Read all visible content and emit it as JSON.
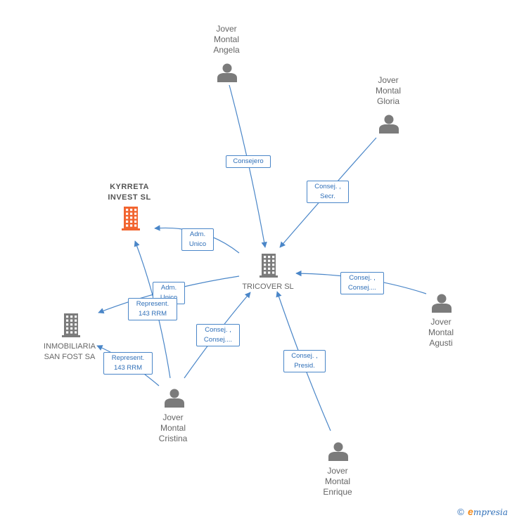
{
  "colors": {
    "edge": "#4a86c8",
    "icon": "#7b7b7b",
    "highlight": "#f26530"
  },
  "nodes": [
    {
      "id": "angela",
      "type": "person",
      "label": "Jover\nMontal\nAngela",
      "icon": "person-icon"
    },
    {
      "id": "gloria",
      "type": "person",
      "label": "Jover\nMontal\nGloria",
      "icon": "person-icon"
    },
    {
      "id": "kyrreta",
      "type": "company",
      "label": "KYRRETA\nINVEST SL",
      "icon": "building-icon",
      "highlight": true
    },
    {
      "id": "tricover",
      "type": "company",
      "label": "TRICOVER SL",
      "icon": "building-icon"
    },
    {
      "id": "inmobiliaria",
      "type": "company",
      "label": "INMOBILIARIA\nSAN FOST SA",
      "icon": "building-icon"
    },
    {
      "id": "agusti",
      "type": "person",
      "label": "Jover\nMontal\nAgusti",
      "icon": "person-icon"
    },
    {
      "id": "cristina",
      "type": "person",
      "label": "Jover\nMontal\nCristina",
      "icon": "person-icon"
    },
    {
      "id": "enrique",
      "type": "person",
      "label": "Jover\nMontal\nEnrique",
      "icon": "person-icon"
    }
  ],
  "edges": [
    {
      "id": "e1",
      "from": "angela",
      "to": "tricover",
      "label": "Consejero"
    },
    {
      "id": "e2",
      "from": "gloria",
      "to": "tricover",
      "label": "Consej. ,\nSecr."
    },
    {
      "id": "e3",
      "from": "tricover",
      "to": "kyrreta",
      "label": "Adm.\nUnico"
    },
    {
      "id": "e4",
      "from": "tricover",
      "to": "inmobiliaria",
      "label": "Adm.\nUnico"
    },
    {
      "id": "e5",
      "from": "agusti",
      "to": "tricover",
      "label": "Consej. ,\nConsej...."
    },
    {
      "id": "e6",
      "from": "cristina",
      "to": "kyrreta",
      "label": "Represent.\n143 RRM"
    },
    {
      "id": "e7",
      "from": "cristina",
      "to": "tricover",
      "label": "Consej. ,\nConsej...."
    },
    {
      "id": "e8",
      "from": "cristina",
      "to": "inmobiliaria",
      "label": "Represent.\n143 RRM"
    },
    {
      "id": "e9",
      "from": "enrique",
      "to": "tricover",
      "label": "Consej. ,\nPresid."
    }
  ],
  "footer": {
    "copyright": "©",
    "brand_initial": "e",
    "brand_rest": "mpresia"
  }
}
